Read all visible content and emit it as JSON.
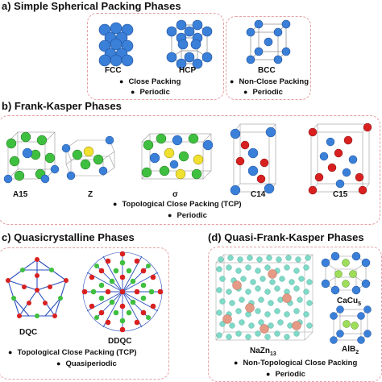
{
  "colors": {
    "box_border": "#e6a0a4",
    "blue_atom": "#3a7fd8",
    "green_atom": "#3fbf3f",
    "yellow_atom": "#f0e030",
    "red_atom": "#d92020",
    "cyan_atom": "#7fdac8",
    "salmon_atom": "#e59a85",
    "lime_atom": "#9ede5a"
  },
  "sections": {
    "a": {
      "title": "a)  Simple Spherical Packing Phases",
      "structures": [
        "FCC",
        "HCP",
        "BCC"
      ],
      "bullets_left": [
        "Close Packing",
        "Periodic"
      ],
      "bullets_right": [
        "Non-Close Packing",
        "Periodic"
      ]
    },
    "b": {
      "title": "b)  Frank-Kasper Phases",
      "structures": [
        "A15",
        "Z",
        "σ",
        "C14",
        "C15"
      ],
      "bullets": [
        "Topological Close Packing (TCP)",
        "Periodic"
      ]
    },
    "c": {
      "title": "c)  Quasicrystalline Phases",
      "structures": [
        "DQC",
        "DDQC"
      ],
      "bullets": [
        "Topological Close Packing (TCP)",
        "Quasiperiodic"
      ]
    },
    "d": {
      "title": "(d)  Quasi-Frank-Kasper Phases",
      "structures": {
        "nazn_base": "NaZn",
        "nazn_sub": "13",
        "cacu_base": "CaCu",
        "cacu_sub": "5",
        "alb_base": "AlB",
        "alb_sub": "2"
      },
      "bullets": [
        "Non-Topological Close Packing",
        "Periodic"
      ]
    }
  }
}
